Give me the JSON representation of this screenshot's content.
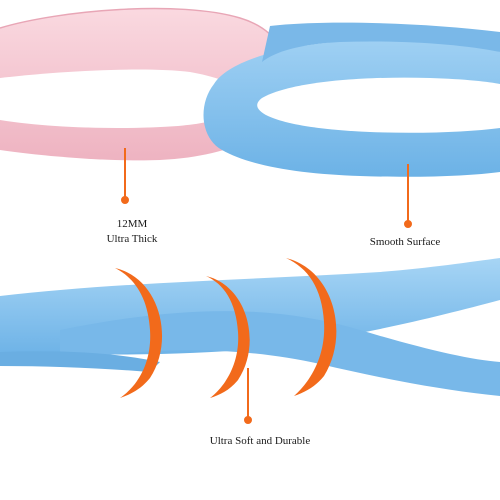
{
  "callouts": {
    "thickness_line1": "12MM",
    "thickness_line2": "Ultra Thick",
    "surface": "Smooth Surface",
    "durability": "Ultra Soft and Durable"
  },
  "colors": {
    "background": "#ffffff",
    "pink_ring": "#f6c9d3",
    "pink_ring_edge": "#e7a9b8",
    "blue_ring": "#86c2ee",
    "blue_ring_edge": "#5fa6de",
    "accent_orange": "#f26a1b"
  }
}
